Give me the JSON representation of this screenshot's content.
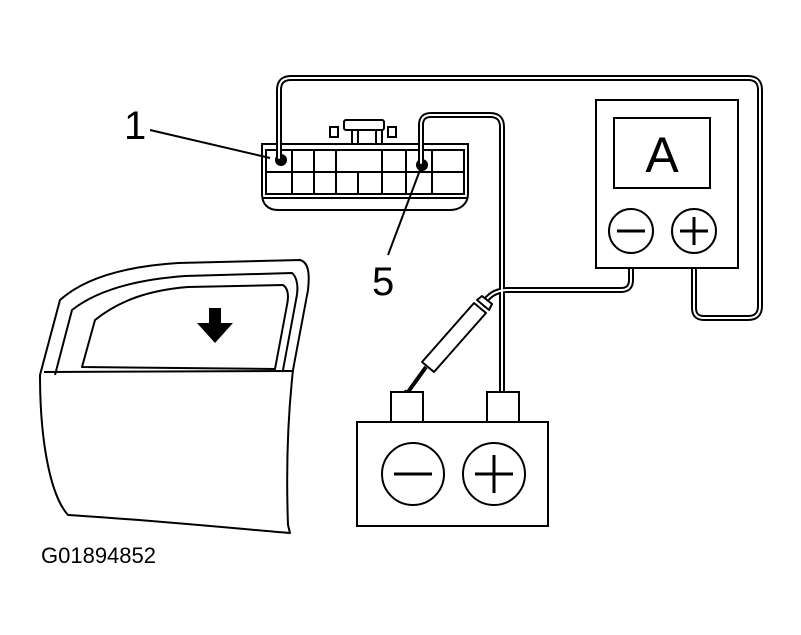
{
  "diagram": {
    "callout_1": "1",
    "callout_5": "5",
    "ammeter_symbol": "A",
    "figure_code": "G01894852"
  },
  "icons": {
    "ammeter_terminal_negative": "minus-in-circle",
    "ammeter_terminal_positive": "plus-in-circle",
    "battery_terminal_negative": "minus-in-circle",
    "battery_terminal_positive": "plus-in-circle",
    "window_direction": "down-arrow"
  },
  "colors": {
    "ink": "#000000",
    "background": "#ffffff"
  }
}
